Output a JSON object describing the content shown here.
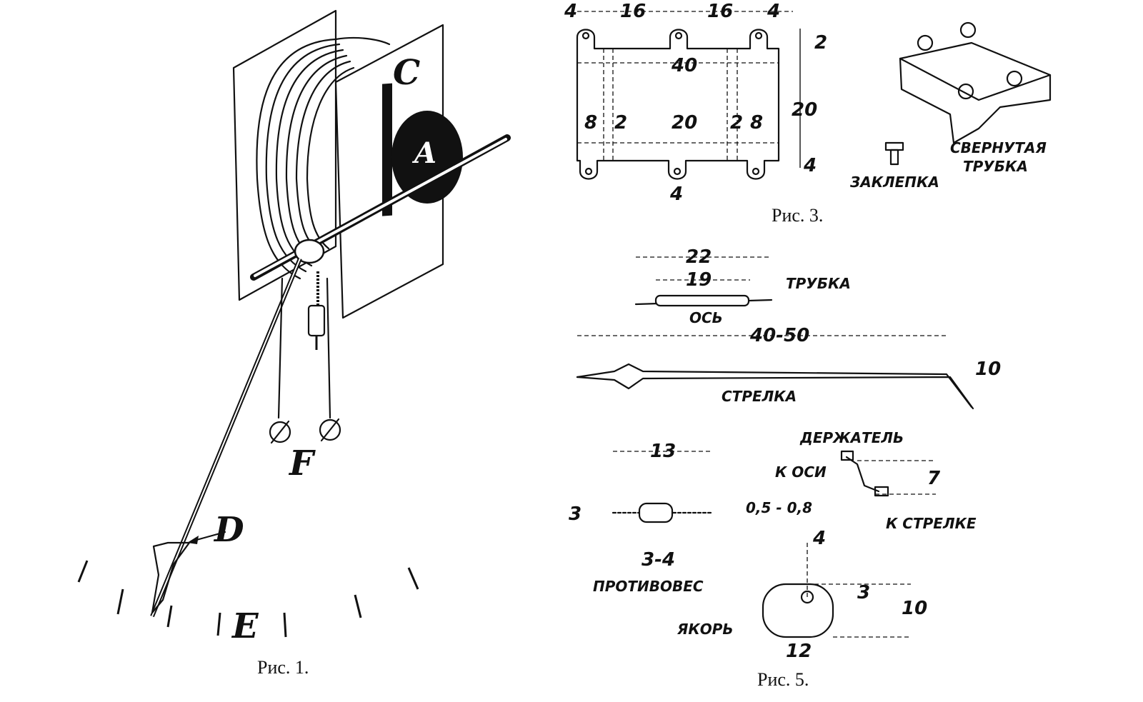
{
  "fig1": {
    "caption": "Рис. 1.",
    "labels": {
      "C": "C",
      "A": "A",
      "F": "F",
      "D": "D",
      "E": "E"
    }
  },
  "fig3": {
    "caption": "Рис. 3.",
    "dims": {
      "d4a": "4",
      "d16a": "16",
      "d16b": "16",
      "d4b": "4",
      "d2": "2",
      "d40": "40",
      "d20v": "20",
      "d8a": "8",
      "d2a": "2",
      "d20": "20",
      "d2b": "2",
      "d8b": "8",
      "d4v": "4",
      "d4h": "4"
    },
    "labels": {
      "rivet": "ЗАКЛЕПКА",
      "rolled1": "СВЕРНУТАЯ",
      "rolled2": "ТРУБКА"
    }
  },
  "fig5": {
    "caption": "Рис. 5.",
    "dims": {
      "d22": "22",
      "d19": "19",
      "d4050": "40-50",
      "d10a": "10",
      "d13": "13",
      "d3": "3",
      "d0508": "0,5 - 0,8",
      "d34": "3-4",
      "d7": "7",
      "d4": "4",
      "d3b": "3",
      "d10b": "10",
      "d12": "12"
    },
    "labels": {
      "tube": "ТРУБКА",
      "axis": "ОСЬ",
      "arrow": "СТРЕЛКА",
      "holder": "ДЕРЖАТЕЛЬ",
      "toAxis": "К ОСИ",
      "toArrow": "К СТРЕЛКЕ",
      "counterweight": "ПРОТИВОВЕС",
      "anchor": "ЯКОРЬ"
    }
  }
}
